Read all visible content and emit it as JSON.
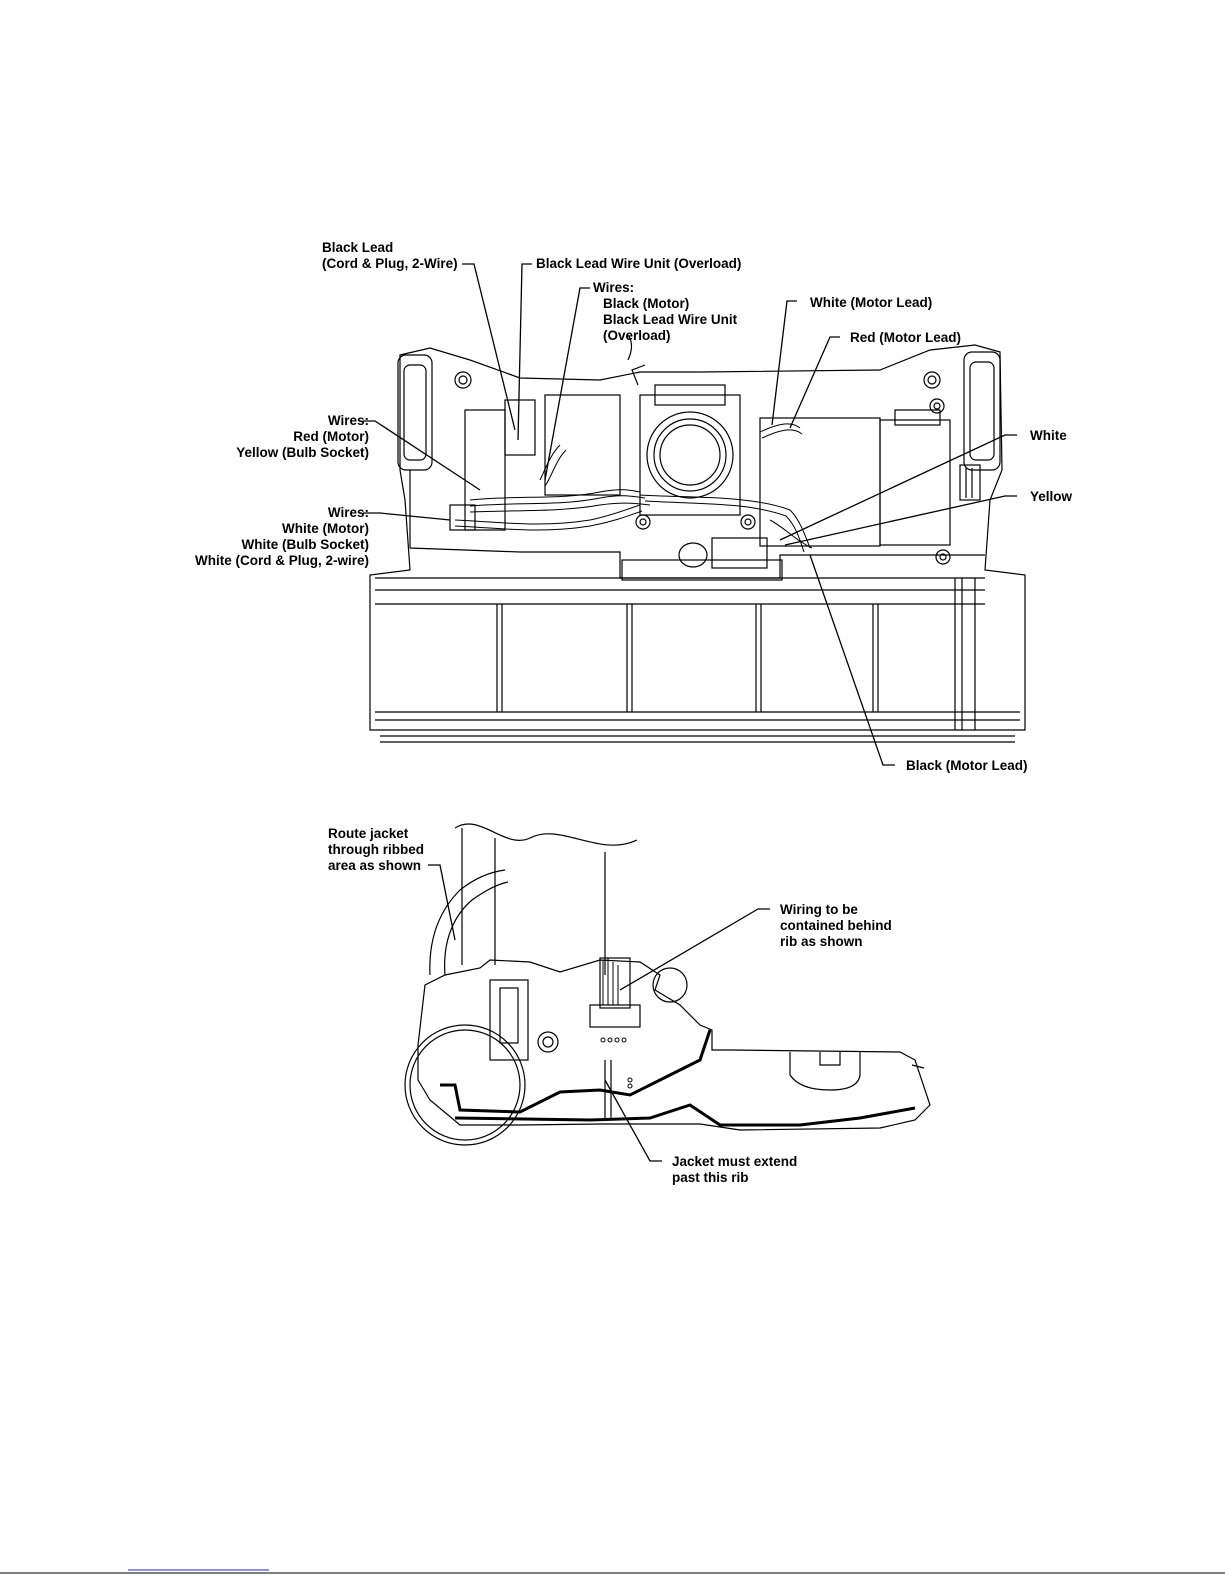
{
  "top_view": {
    "callouts": {
      "black_lead_cord": [
        "Black Lead",
        "(Cord & Plug, 2-Wire)"
      ],
      "black_lead_overload": "Black Lead Wire Unit (Overload)",
      "wires_black": [
        "Wires:",
        "Black (Motor)",
        "Black Lead Wire Unit",
        "(Overload)"
      ],
      "white_motor_lead": "White (Motor Lead)",
      "red_motor_lead": "Red (Motor Lead)",
      "wires_red_yellow": [
        "Wires:",
        "Red (Motor)",
        "Yellow (Bulb Socket)"
      ],
      "wires_white": [
        "Wires:",
        "White (Motor)",
        "White (Bulb Socket)",
        "White (Cord & Plug, 2-wire)"
      ],
      "white": "White",
      "yellow": "Yellow",
      "black_motor_lead": "Black (Motor Lead)"
    }
  },
  "side_view": {
    "callouts": {
      "route_jacket": [
        "Route jacket",
        "through ribbed",
        "area as shown"
      ],
      "wiring_contained": [
        "Wiring to be",
        "contained behind",
        "rib as shown"
      ],
      "jacket_extend": [
        "Jacket must extend",
        "past this rib"
      ]
    }
  }
}
